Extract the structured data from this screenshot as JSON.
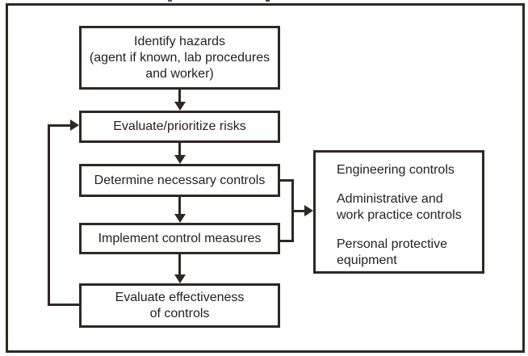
{
  "diagram": {
    "type": "flowchart",
    "colors": {
      "line": "#2e2825",
      "text": "#231f20",
      "background": "#ffffff"
    },
    "nodes": [
      {
        "id": "identify-hazards",
        "label": "Identify hazards\n(agent if known, lab procedures\nand worker)"
      },
      {
        "id": "evaluate-prioritize-risks",
        "label": "Evaluate/prioritize risks"
      },
      {
        "id": "determine-necessary-controls",
        "label": "Determine necessary controls"
      },
      {
        "id": "implement-control-measures",
        "label": "Implement control measures"
      },
      {
        "id": "evaluate-effectiveness",
        "label": "Evaluate effectiveness\nof controls"
      }
    ],
    "side_box": {
      "id": "controls-list",
      "items": [
        "Engineering controls",
        "Administrative and\nwork practice controls",
        "Personal protective\nequipment"
      ]
    },
    "edges": [
      {
        "from": "identify-hazards",
        "to": "evaluate-prioritize-risks"
      },
      {
        "from": "evaluate-prioritize-risks",
        "to": "determine-necessary-controls"
      },
      {
        "from": "determine-necessary-controls",
        "to": "implement-control-measures"
      },
      {
        "from": "implement-control-measures",
        "to": "evaluate-effectiveness"
      },
      {
        "from": "evaluate-effectiveness",
        "to": "evaluate-prioritize-risks",
        "style": "feedback-loop"
      },
      {
        "from": "determine-necessary-controls + implement-control-measures",
        "to": "controls-list",
        "style": "bracket"
      }
    ]
  }
}
